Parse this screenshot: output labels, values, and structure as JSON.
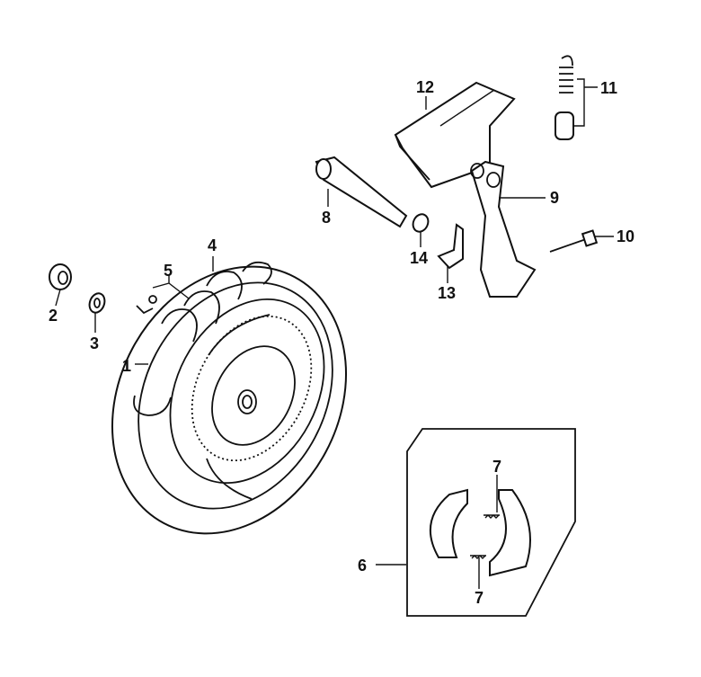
{
  "title": "Rear wheel / brake exploded parts diagram",
  "colors": {
    "ink": "#111111",
    "background": "#ffffff"
  },
  "callouts": [
    {
      "id": "1",
      "label": "1",
      "part": "wheel-tire"
    },
    {
      "id": "2",
      "label": "2",
      "part": "nut"
    },
    {
      "id": "3",
      "label": "3",
      "part": "washer"
    },
    {
      "id": "4",
      "label": "4",
      "part": "wheel-weight"
    },
    {
      "id": "5",
      "label": "5",
      "part": "cotter-pin"
    },
    {
      "id": "6",
      "label": "6",
      "part": "brake-shoe-set"
    },
    {
      "id": "7a",
      "label": "7",
      "part": "brake-shoe-spring"
    },
    {
      "id": "7b",
      "label": "7",
      "part": "brake-shoe-spring"
    },
    {
      "id": "8",
      "label": "8",
      "part": "brake-cam"
    },
    {
      "id": "9",
      "label": "9",
      "part": "brake-arm"
    },
    {
      "id": "10",
      "label": "10",
      "part": "bolt"
    },
    {
      "id": "11",
      "label": "11",
      "part": "spring-and-collar"
    },
    {
      "id": "12",
      "label": "12",
      "part": "brake-pedal-plate"
    },
    {
      "id": "13",
      "label": "13",
      "part": "bracket"
    },
    {
      "id": "14",
      "label": "14",
      "part": "washer"
    }
  ]
}
